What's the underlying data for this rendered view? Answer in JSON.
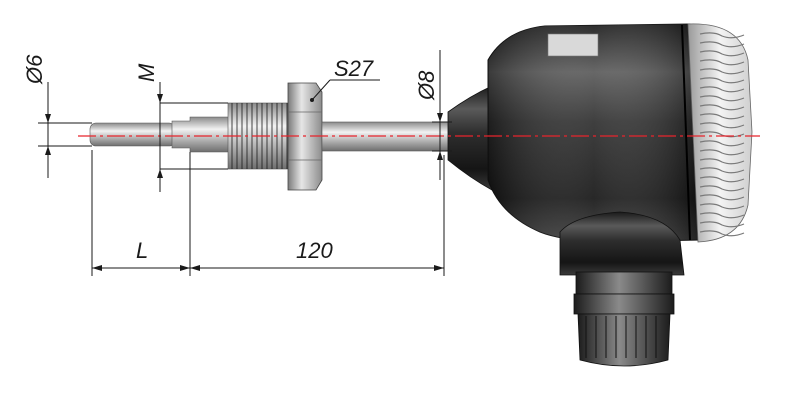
{
  "labels": {
    "d6": "Ø6",
    "m": "M",
    "s27": "S27",
    "d8": "Ø8",
    "l": "L",
    "len120": "120"
  },
  "colors": {
    "axis": "#e8242c",
    "lines": "#1a1a1a",
    "metal": "#b8b8b8",
    "housing": "#2a2a2a",
    "label_plate": "#d9d9d9"
  }
}
